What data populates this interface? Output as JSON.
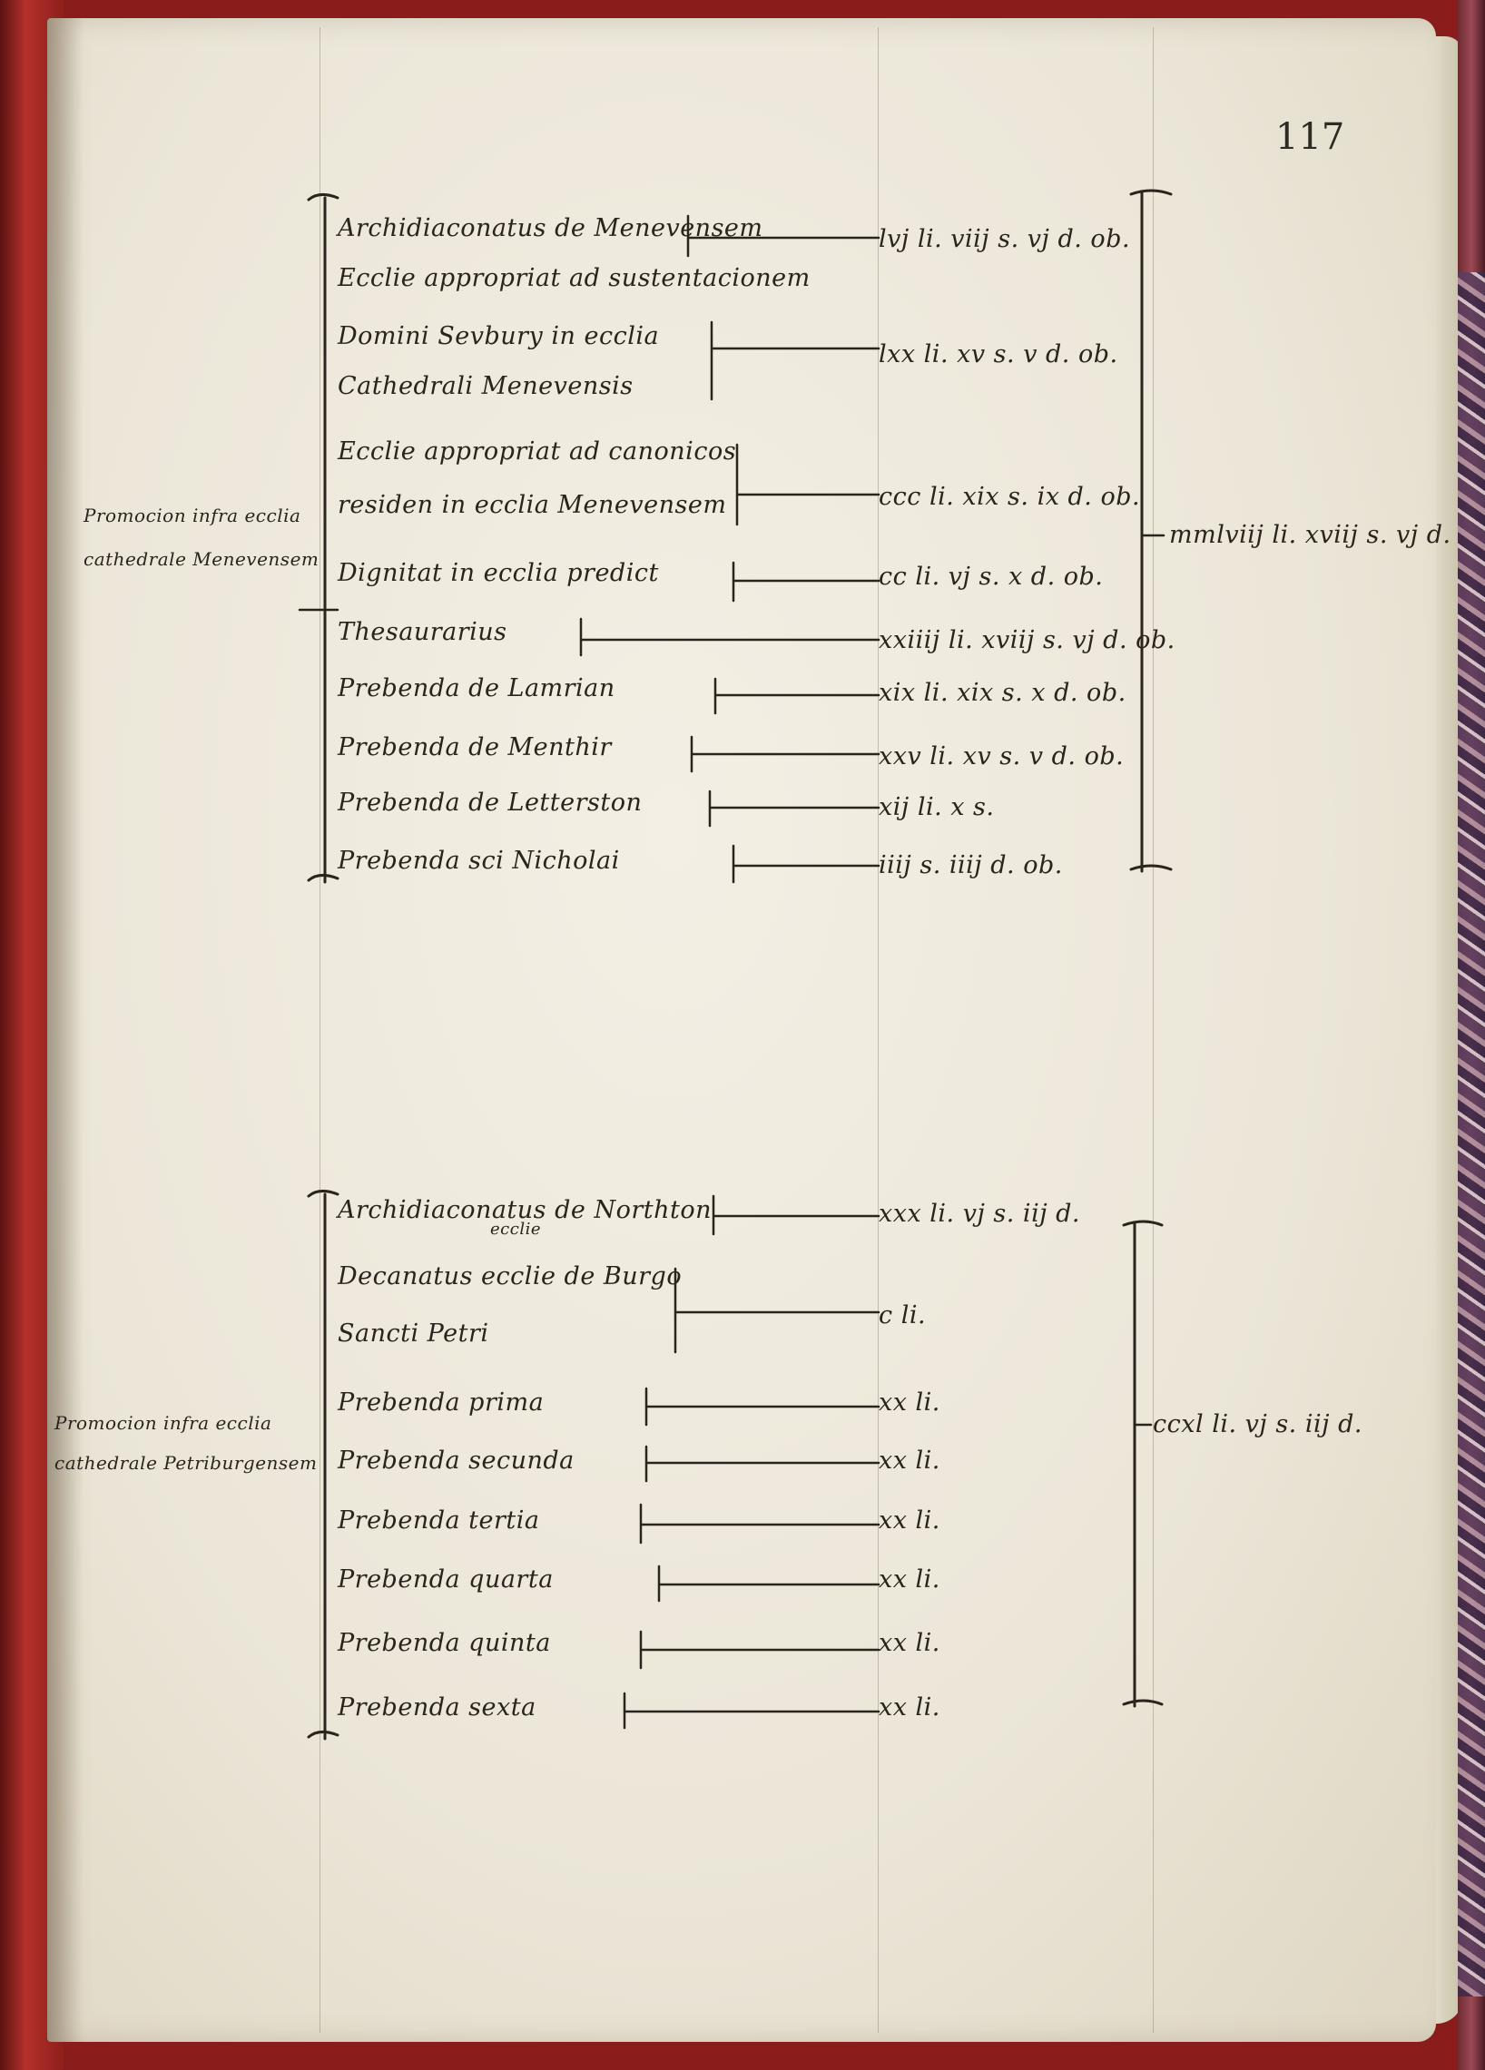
{
  "folio": "117",
  "section1": {
    "margin_label": [
      "Promocion infra ecclia",
      "cathedrale Menevensem"
    ],
    "entries": [
      {
        "text": "Archidiaconatus de Menevensem",
        "value": "lvj li. viij s. vj d. ob."
      },
      {
        "text": "Ecclie appropriat ad sustentacionem",
        "value": ""
      },
      {
        "text": "Domini Sevbury in ecclia",
        "value": "lxx li. xv s. v d. ob."
      },
      {
        "text": "Cathedrali Menevensis",
        "value": ""
      },
      {
        "text": "Ecclie appropriat ad canonicos",
        "value": ""
      },
      {
        "text": "residen in ecclia Menevensem",
        "value": "ccc li. xix s. ix d. ob."
      },
      {
        "text": "Dignitat in ecclia predict",
        "value": "cc li. vj s. x d. ob."
      },
      {
        "text": "Thesaurarius",
        "value": "xxiiij li. xviij s. vj d. ob."
      },
      {
        "text": "Prebenda de Lamrian",
        "value": "xix li. xix s. x d. ob."
      },
      {
        "text": "Prebenda de Menthir",
        "value": "xxv li. xv s. v d. ob."
      },
      {
        "text": "Prebenda de Letterston",
        "value": "xij li. x s."
      },
      {
        "text": "Prebenda sci Nicholai",
        "value": "iiij s. iiij d. ob."
      }
    ],
    "total": "mmlviij li. xviij s. vj d."
  },
  "section2": {
    "margin_label": [
      "Promocion infra ecclia",
      "cathedrale Petriburgensem"
    ],
    "entries": [
      {
        "text": "Archidiaconatus de Northton",
        "value": "xxx li. vj s. iij d."
      },
      {
        "text": "Decanatus ecclie de Burgo",
        "value": "",
        "interlinear": "ecclie"
      },
      {
        "text": "Sancti Petri",
        "value": "c li."
      },
      {
        "text": "Prebenda prima",
        "value": "xx li."
      },
      {
        "text": "Prebenda secunda",
        "value": "xx li."
      },
      {
        "text": "Prebenda tertia",
        "value": "xx li."
      },
      {
        "text": "Prebenda quarta",
        "value": "xx li."
      },
      {
        "text": "Prebenda quinta",
        "value": "xx li."
      },
      {
        "text": "Prebenda sexta",
        "value": "xx li."
      }
    ],
    "total": "ccxl li. vj s. iij d."
  }
}
